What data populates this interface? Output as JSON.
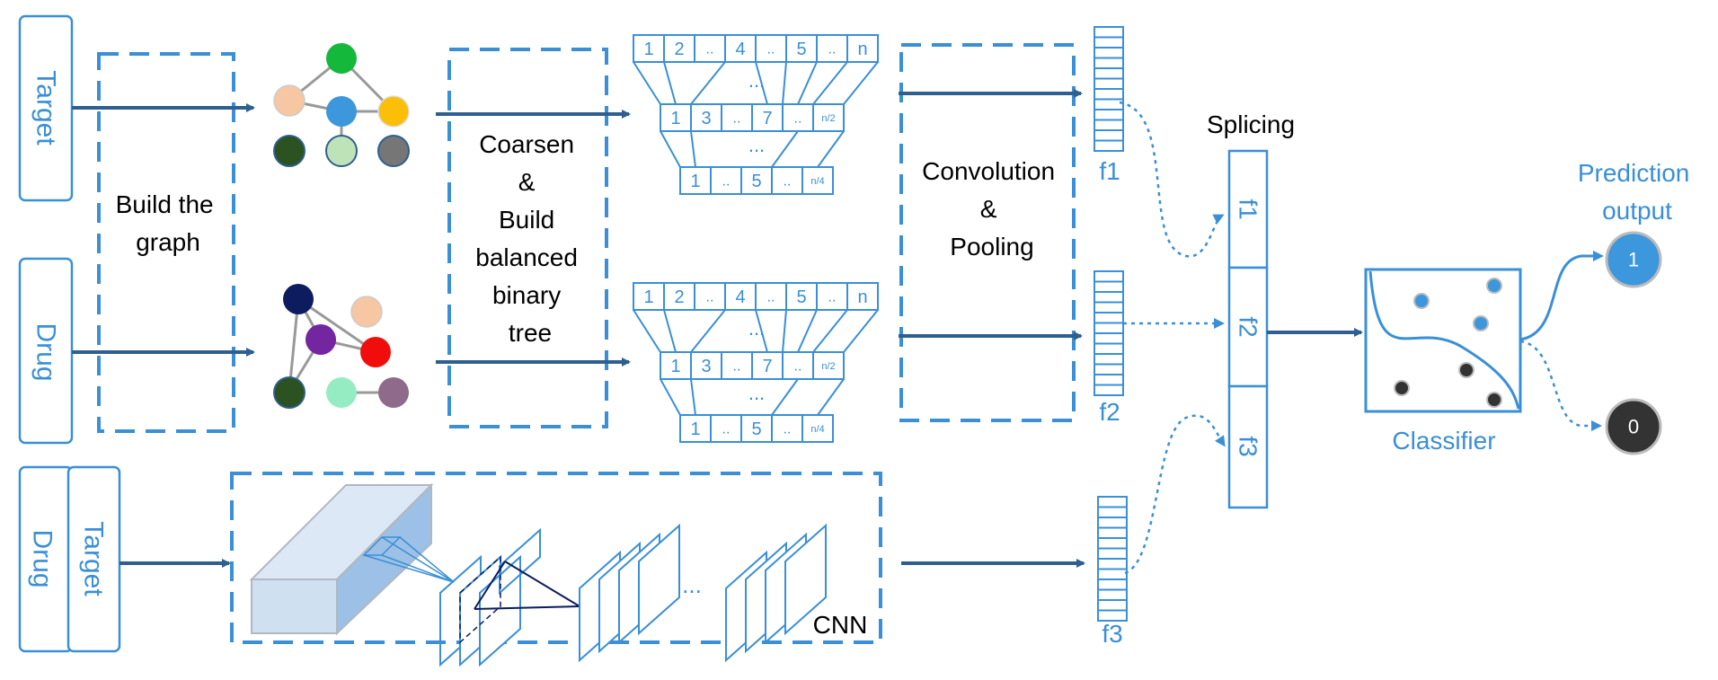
{
  "inputs": {
    "target_top": "Target",
    "drug_mid": "Drug",
    "drug_bottom": "Drug",
    "target_bottom": "Target"
  },
  "steps": {
    "build_graph": [
      "Build the",
      "graph"
    ],
    "coarsen": [
      "Coarsen",
      "&",
      "Build",
      "balanced",
      "binary",
      "tree"
    ],
    "convolution": [
      "Convolution",
      "&",
      "Pooling"
    ],
    "cnn": "CNN"
  },
  "tree": {
    "row1": [
      "1",
      "2",
      "..",
      "4",
      "..",
      "5",
      "..",
      "n"
    ],
    "row2": [
      "1",
      "3",
      "..",
      "7",
      "..",
      "n/2"
    ],
    "row3": [
      "1",
      "..",
      "5",
      "..",
      "n/4"
    ],
    "ellipsis": "..."
  },
  "features": {
    "f1": "f1",
    "f2": "f2",
    "f3": "f3"
  },
  "splicing": {
    "title": "Splicing",
    "cells": [
      "f1",
      "f2",
      "f3"
    ]
  },
  "classifier": {
    "label": "Classifier"
  },
  "prediction": {
    "title_lines": [
      "Prediction",
      "output"
    ],
    "positive": "1",
    "negative": "0"
  },
  "cnn_ellipsis": "...",
  "colors": {
    "accent": "#3a8fd6",
    "arrow": "#2f5f8f",
    "node_green": "#14b83b",
    "node_peach": "#f7c6a3",
    "node_blue": "#3d97dc",
    "node_yellow": "#fbbf0a",
    "node_darkgreen": "#2b5220",
    "node_lightgreen": "#bfe3b8",
    "node_gray": "#767676",
    "node_navy": "#0c1c5e",
    "node_purple": "#7425a0",
    "node_red": "#f20d0d",
    "node_mint": "#96ecc2",
    "node_mauve": "#8f6a8b"
  }
}
